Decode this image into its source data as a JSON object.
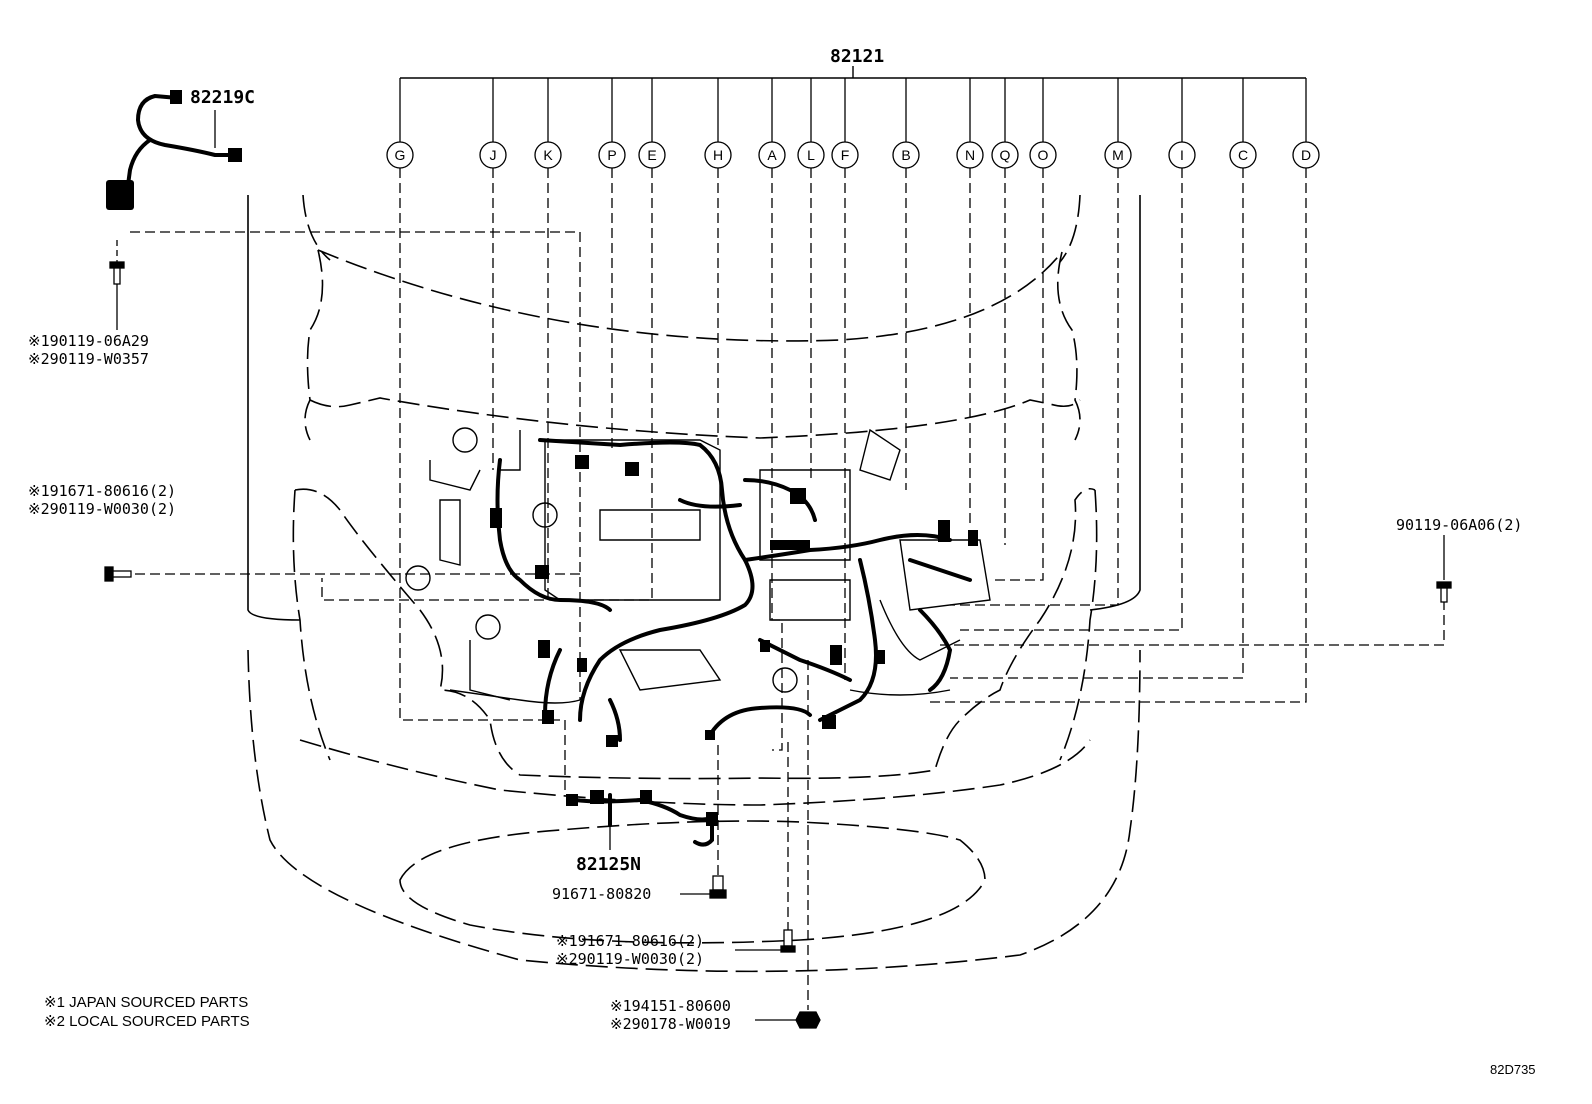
{
  "main_harness": {
    "part_number": "82121"
  },
  "callout_letters": [
    "G",
    "J",
    "K",
    "P",
    "E",
    "H",
    "A",
    "L",
    "F",
    "B",
    "N",
    "Q",
    "O",
    "M",
    "I",
    "C",
    "D"
  ],
  "sensor_wire": {
    "part_number": "82219C"
  },
  "engine_sub_harness": {
    "part_number": "82125N"
  },
  "fasteners": [
    {
      "lines": [
        "※190119-06A29",
        "※290119-W0357"
      ]
    },
    {
      "lines": [
        "※191671-80616(2)",
        "※290119-W0030(2)"
      ]
    },
    {
      "lines": [
        "90119-06A06(2)"
      ]
    },
    {
      "lines": [
        "91671-80820"
      ]
    },
    {
      "lines": [
        "※191671-80616(2)",
        "※290119-W0030(2)"
      ]
    },
    {
      "lines": [
        "※194151-80600",
        "※290178-W0019"
      ]
    }
  ],
  "notes": [
    "※1 JAPAN SOURCED PARTS",
    "※2 LOCAL SOURCED PARTS"
  ],
  "diagram_code": "82D735"
}
